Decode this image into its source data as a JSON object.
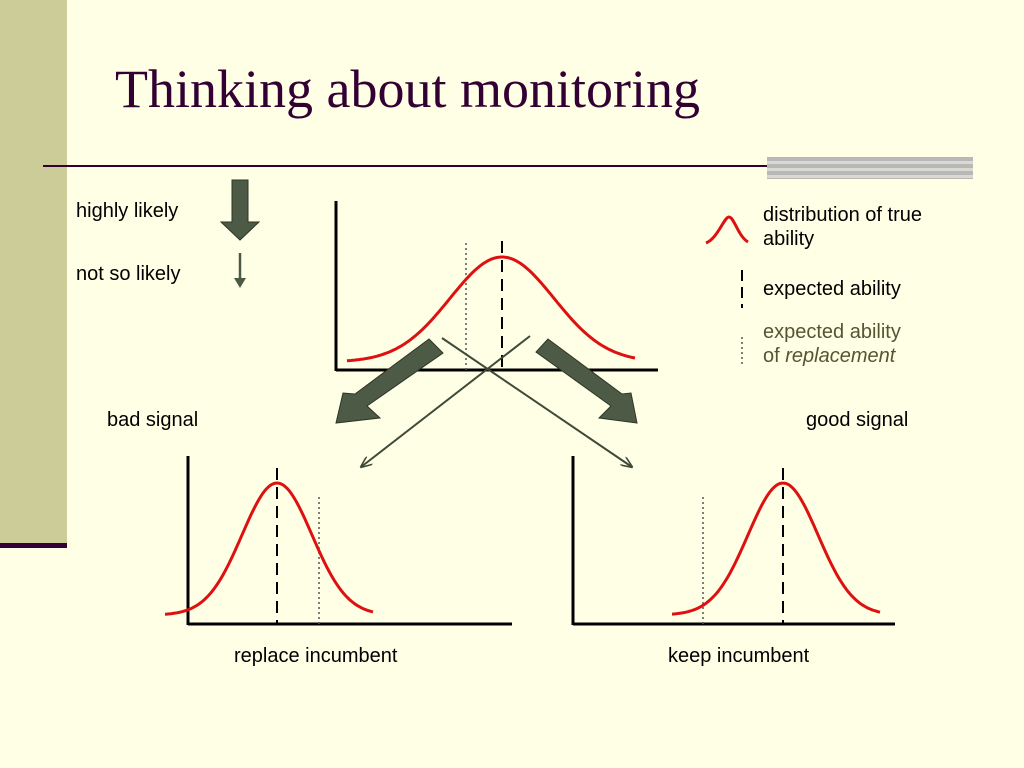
{
  "slide": {
    "title": "Thinking about monitoring"
  },
  "likelihood_key": {
    "high": "highly likely",
    "low": "not so likely"
  },
  "legend": {
    "distribution": "distribution of true ability",
    "distribution_line1": "distribution of true",
    "distribution_line2": "ability",
    "expected": "expected ability",
    "replacement_line1": "expected ability",
    "replacement_of": "of ",
    "replacement_word": "replacement"
  },
  "branches": {
    "bad_signal": "bad signal",
    "good_signal": "good signal"
  },
  "outcomes": {
    "replace": "replace incumbent",
    "keep": "keep incumbent"
  },
  "colors": {
    "background": "#FFFFE5",
    "sidebar": "#CCCC99",
    "title": "#330033",
    "curve": "#DD1111",
    "arrow_fill": "#4D5A45",
    "thin_arrow": "#3F4A38"
  }
}
